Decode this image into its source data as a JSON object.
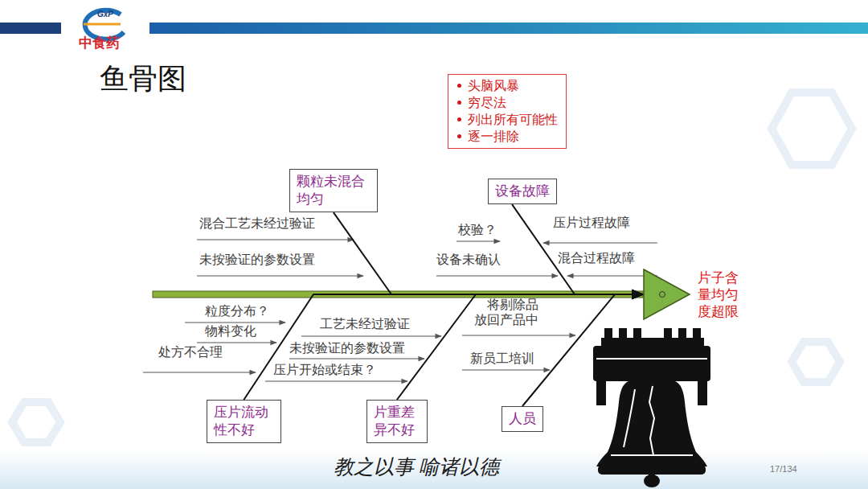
{
  "diagram": {
    "title": "鱼骨图",
    "nodes": [
      {
        "text": [
          "头脑风暴",
          "穷尽法",
          "列出所有可能性",
          "逐一排除"
        ]
      },
      {
        "text": [
          "颗粒未混合 均匀"
        ]
      },
      {
        "text": [
          "设备故障"
        ]
      },
      {
        "text": [
          "压片流动 性不好"
        ]
      },
      {
        "text": [
          "片重差 异不好"
        ]
      },
      {
        "text": [
          "人员"
        ]
      },
      {
        "text": [
          "片子含 量均匀 度超限"
        ]
      }
    ],
    "edges": [
      {
        "from": 1,
        "to": 6,
        "arrow": "to"
      },
      {
        "from": 2,
        "to": 6,
        "arrow": "to"
      },
      {
        "from": 3,
        "to": 6,
        "arrow": "to"
      },
      {
        "from": 4,
        "to": 6,
        "arrow": "to"
      },
      {
        "from": 5,
        "to": 6,
        "arrow": "to"
      }
    ],
    "labels": [
      "GxP",
      "中食药",
      "混合工艺未经过验证",
      "未按验证的参数设置",
      "校验？",
      "设备未确认",
      "压片过程故障",
      "混合过程故障",
      "粒度分布？",
      "物料变化",
      "处方不合理",
      "工艺未经过验证",
      "未按验证的参数设置",
      "压片开始或结束？",
      "将剔除品 放回产品中",
      "新员工培训",
      "教之以事 喻诸以德",
      "17/134"
    ]
  }
}
